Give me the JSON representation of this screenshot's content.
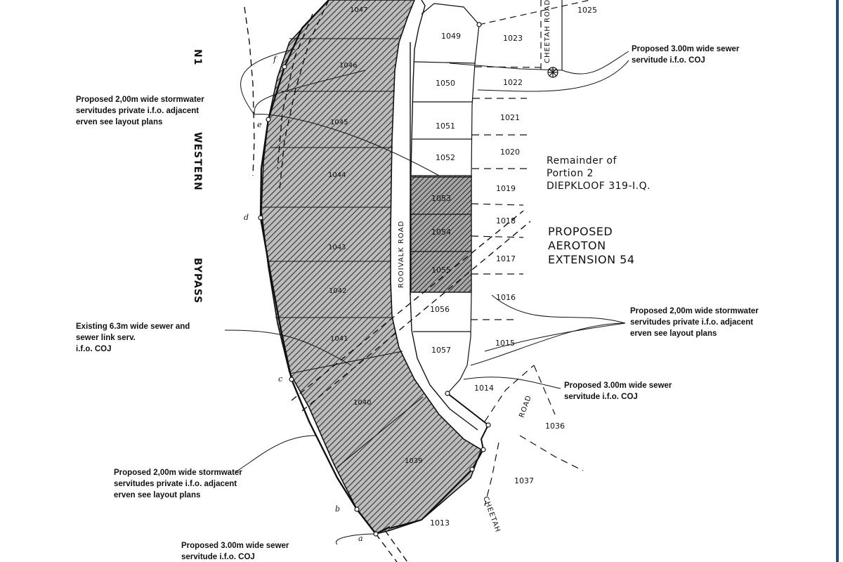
{
  "highway": {
    "line1": "N1",
    "line2": "WESTERN",
    "line3": "BYPASS"
  },
  "roads": {
    "rooivalk": "ROOIVALK ROAD",
    "cheetah_top": "CHEETAH ROAD",
    "cheetah_bottom_1": "ROAD",
    "cheetah_bottom_2": "CHEETAH"
  },
  "remainder": {
    "line1": "Remainder of",
    "line2": "Portion 2",
    "line3": "DIEPKLOOF 319-I.Q."
  },
  "proposed": {
    "line1": "PROPOSED",
    "line2": "AEROTON",
    "line3": "EXTENSION 54"
  },
  "erven": {
    "e1047": "1047",
    "e1046": "1046",
    "e1045": "1045",
    "e1044": "1044",
    "e1043": "1043",
    "e1042": "1042",
    "e1041": "1041",
    "e1040": "1040",
    "e1039": "1039",
    "e1049": "1049",
    "e1050": "1050",
    "e1051": "1051",
    "e1052": "1052",
    "e1053": "1053",
    "e1054": "1054",
    "e1055": "1055",
    "e1056": "1056",
    "e1057": "1057",
    "e1025": "1025",
    "e1023": "1023",
    "e1022": "1022",
    "e1021": "1021",
    "e1020": "1020",
    "e1019": "1019",
    "e1018": "1018",
    "e1017": "1017",
    "e1016": "1016",
    "e1015": "1015",
    "e1014": "1014",
    "e1036": "1036",
    "e1037": "1037",
    "e1013": "1013"
  },
  "points": {
    "a": "a",
    "b": "b",
    "c": "c",
    "d": "d",
    "e": "e",
    "f": "f"
  },
  "notes": {
    "sewer_top_right": [
      "Proposed 3.00m wide sewer",
      "servitude i.f.o. COJ"
    ],
    "storm_top_left": [
      "Proposed 2,00m wide stormwater",
      "servitudes private i.f.o. adjacent",
      "erven see layout plans"
    ],
    "existing_sewer": [
      "Existing 6.3m wide sewer and",
      "sewer link serv.",
      "i.f.o. COJ"
    ],
    "storm_right": [
      "Proposed 2,00m wide stormwater",
      "servitudes private i.f.o. adjacent",
      "erven see layout plans"
    ],
    "sewer_mid_right": [
      "Proposed 3.00m wide sewer",
      "servitude i.f.o. COJ"
    ],
    "storm_bottom_left": [
      "Proposed 2,00m wide stormwater",
      "servitudes private i.f.o. adjacent",
      "erven see layout plans"
    ],
    "sewer_bottom": [
      "Proposed 3.00m wide sewer",
      "servitude i.f.o. COJ"
    ]
  },
  "colors": {
    "ink": "#111111",
    "hatch": "#333333",
    "border_accent": "#1f4e79"
  }
}
